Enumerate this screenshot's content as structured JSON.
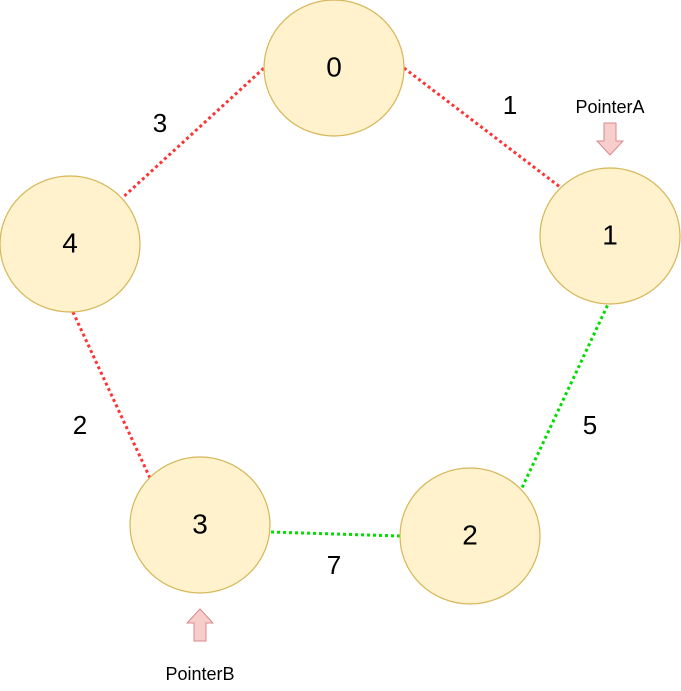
{
  "colors": {
    "node_fill": "#fff2cc",
    "node_stroke": "#d6b656",
    "edge_red": "#ff3333",
    "edge_green": "#00dd00",
    "arrow_fill": "#f8cecc",
    "arrow_stroke": "#d98a8a"
  },
  "nodes": [
    {
      "id": "0",
      "label": "0"
    },
    {
      "id": "1",
      "label": "1"
    },
    {
      "id": "2",
      "label": "2"
    },
    {
      "id": "3",
      "label": "3"
    },
    {
      "id": "4",
      "label": "4"
    }
  ],
  "edges": [
    {
      "from": "0",
      "to": "1",
      "weight": "1",
      "status": "red"
    },
    {
      "from": "1",
      "to": "2",
      "weight": "5",
      "status": "green"
    },
    {
      "from": "2",
      "to": "3",
      "weight": "7",
      "status": "green"
    },
    {
      "from": "3",
      "to": "4",
      "weight": "2",
      "status": "red"
    },
    {
      "from": "4",
      "to": "0",
      "weight": "3",
      "status": "red"
    }
  ],
  "pointers": [
    {
      "label": "PointerA",
      "target": "1",
      "icon": "arrow-down-icon"
    },
    {
      "label": "PointerB",
      "target": "3",
      "icon": "arrow-up-icon"
    }
  ]
}
